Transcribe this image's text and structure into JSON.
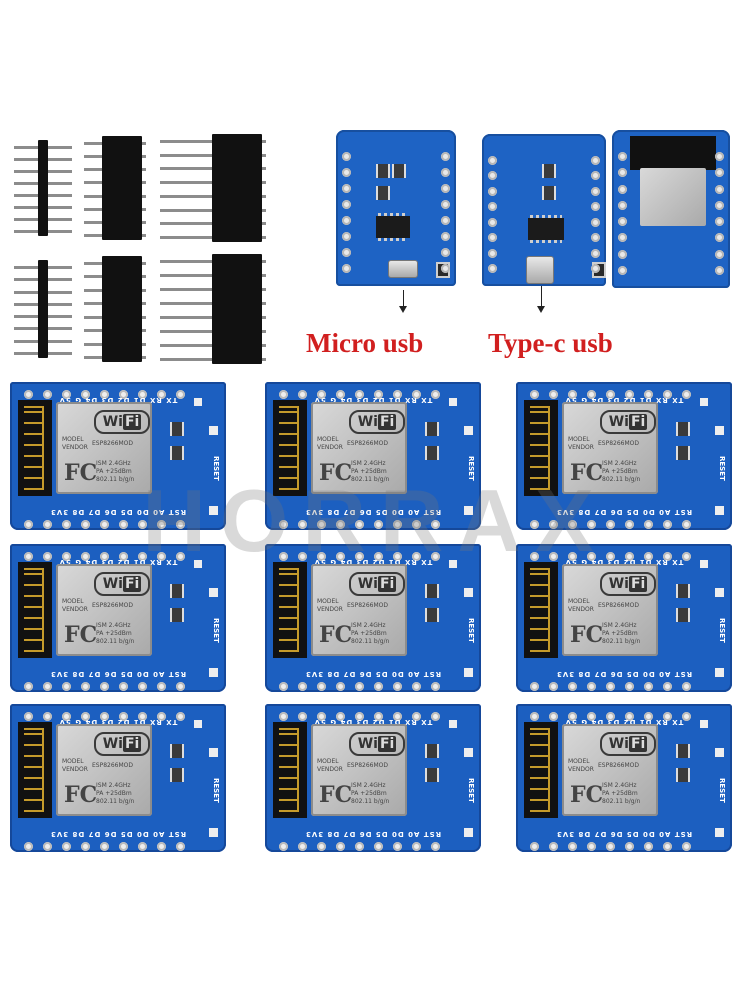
{
  "captions": {
    "micro": "Micro usb",
    "typec": "Type-c usb"
  },
  "board_labels": {
    "reset": "RESET",
    "wifi": "Wi",
    "wifi_fi": "Fi",
    "model": "MODEL",
    "vendor": "VENDOR",
    "module": "ESP8266MOD",
    "ism": "ISM  2.4GHz",
    "pa": "PA  +25dBm",
    "std": "802.11 b/g/n",
    "fc": "FC",
    "top_pins": "TX  RX  D1  D2  D3  D4  G  5V",
    "bottom_pins": "RST  A0  D0  D5  D6  D7  D8  3V3"
  },
  "watermark": "HORRAX",
  "colors": {
    "caption": "#d11f1f",
    "board": "#1c5fc0"
  },
  "icons": {
    "arrow": "arrow-down-icon"
  }
}
